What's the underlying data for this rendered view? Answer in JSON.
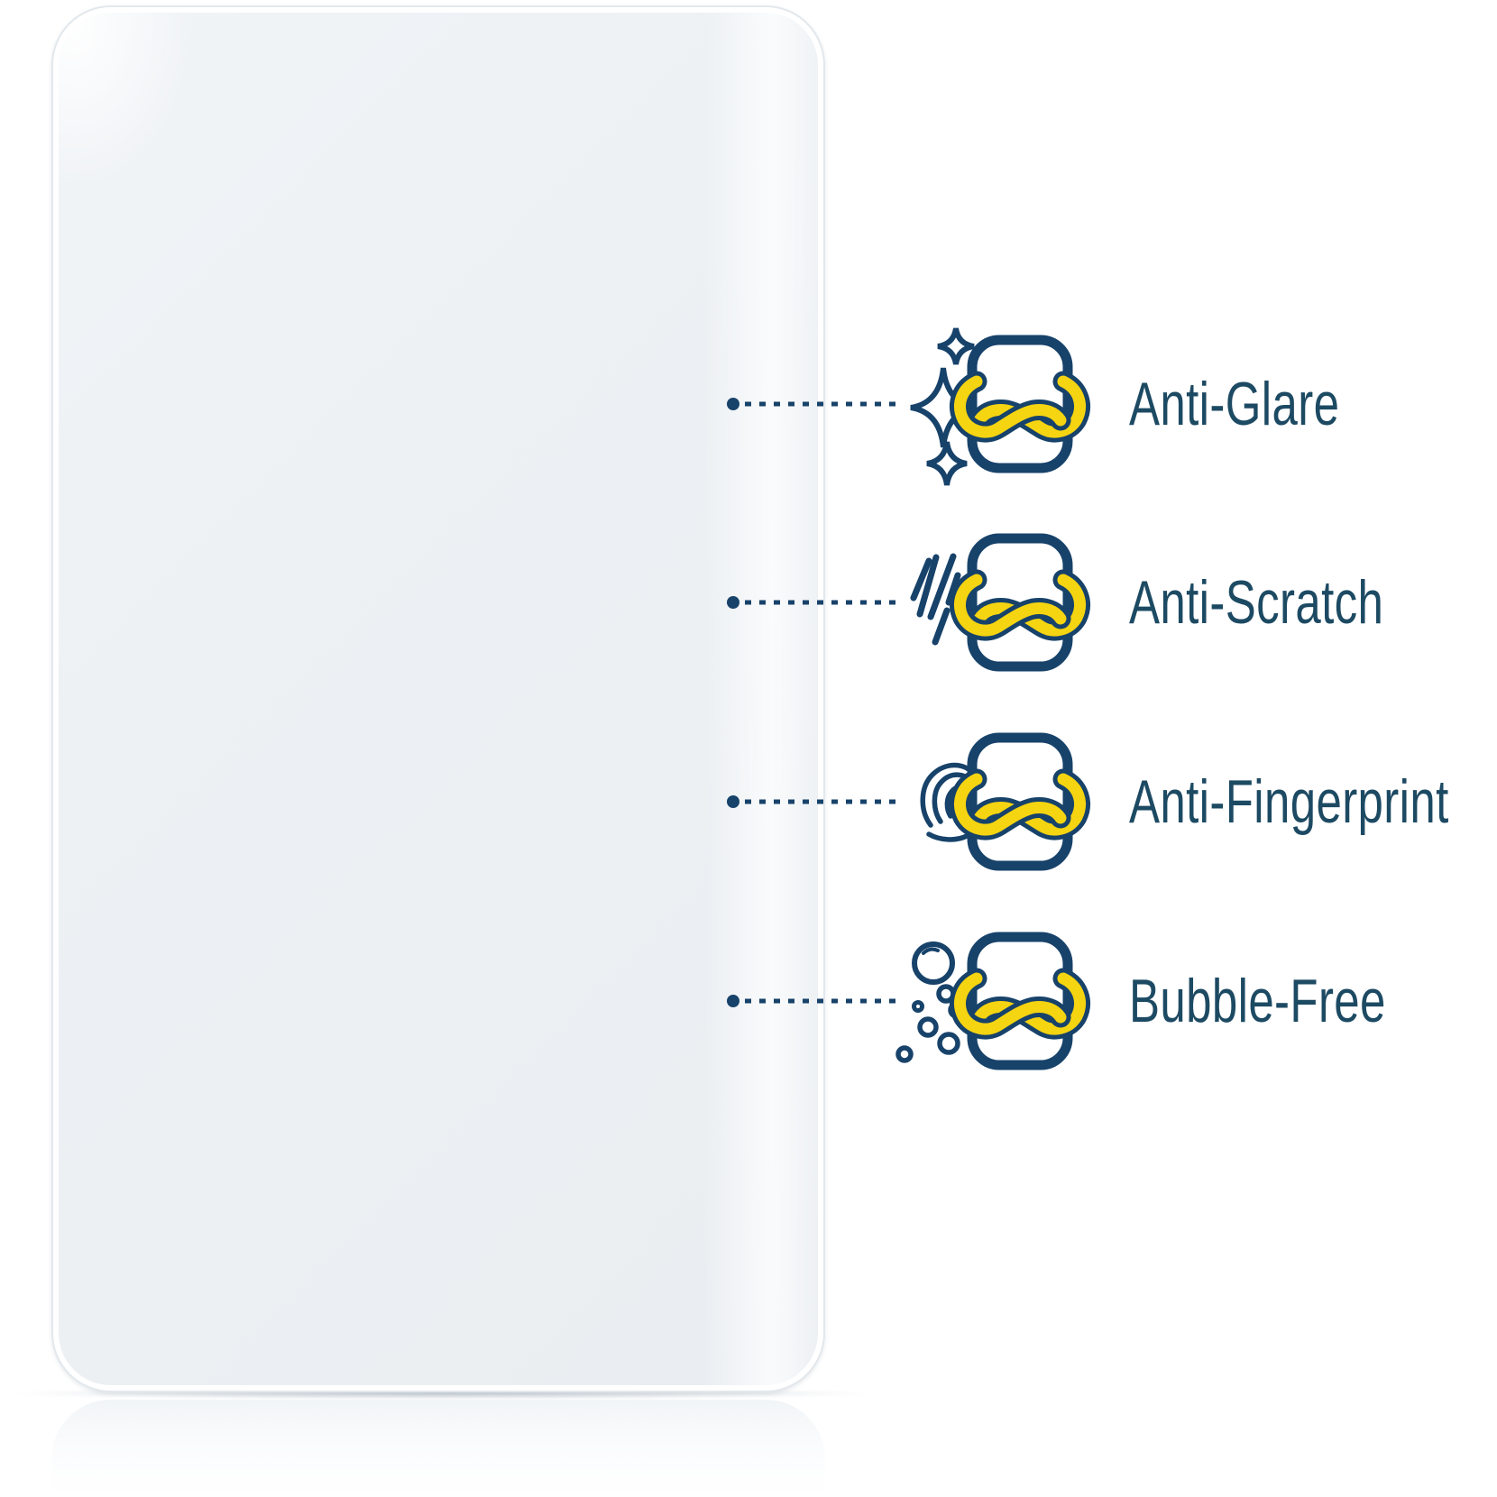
{
  "scene": {
    "description_visible_text_only": true
  },
  "colors": {
    "navy": "#17426a",
    "yellow": "#f5d411",
    "film_fill": "#edf1f4",
    "film_border": "#e3e8ed",
    "label_text": "#1d4a63"
  },
  "features": [
    {
      "label": "Anti-Glare",
      "icon": "sparkles-icon"
    },
    {
      "label": "Anti-Scratch",
      "icon": "scratch-lines-icon"
    },
    {
      "label": "Anti-Fingerprint",
      "icon": "fingerprint-icon"
    },
    {
      "label": "Bubble-Free",
      "icon": "bubbles-icon"
    }
  ]
}
